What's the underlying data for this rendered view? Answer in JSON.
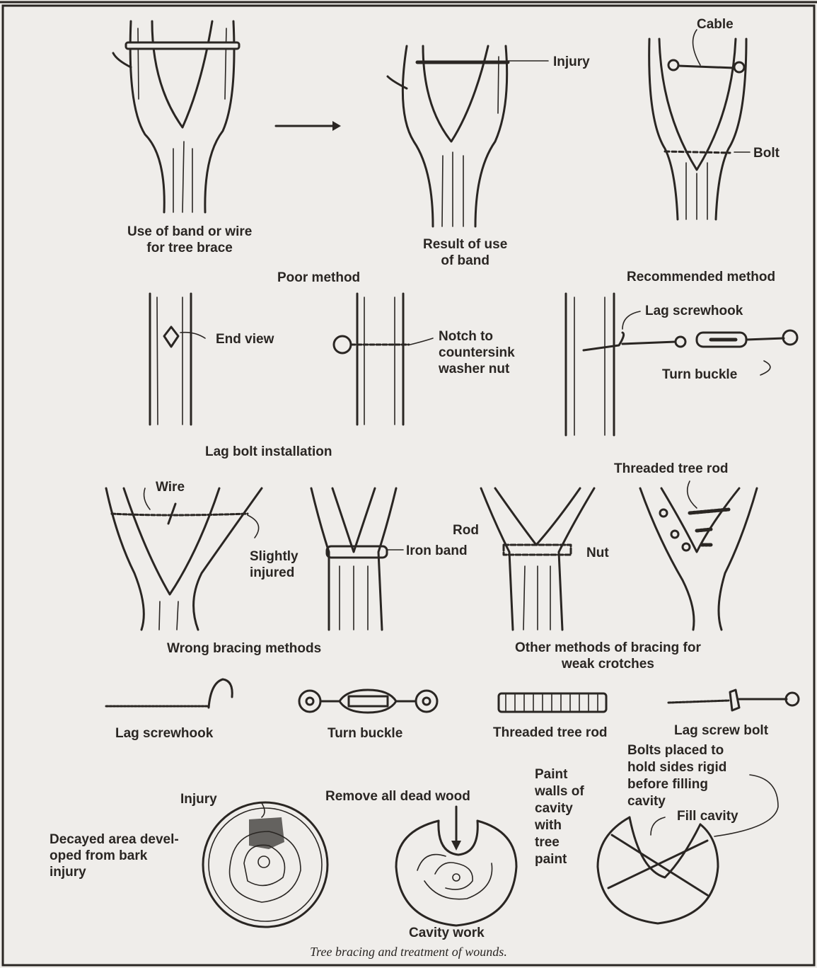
{
  "labels": {
    "band_wire": "Use of band or wire\nfor tree brace",
    "result_band": "Result of use\nof band",
    "injury_top": "Injury",
    "cable": "Cable",
    "bolt": "Bolt",
    "poor_method": "Poor method",
    "recommended_method": "Recommended method",
    "end_view": "End view",
    "notch": "Notch to\ncountersink\nwasher nut",
    "lag_screwhook_top": "Lag screwhook",
    "turn_buckle_top": "Turn buckle",
    "lag_bolt_installation": "Lag bolt installation",
    "wire": "Wire",
    "slightly_injured": "Slightly\ninjured",
    "iron_band": "Iron band",
    "rod": "Rod",
    "nut": "Nut",
    "threaded_rod_top": "Threaded tree rod",
    "wrong_bracing": "Wrong bracing methods",
    "other_methods": "Other methods of bracing for\nweak crotches",
    "lag_screwhook": "Lag screwhook",
    "turn_buckle": "Turn buckle",
    "threaded_tree_rod": "Threaded tree rod",
    "lag_screw_bolt": "Lag screw bolt",
    "injury_bottom": "Injury",
    "decayed_area": "Decayed area devel-\noped from bark\ninjury",
    "remove_dead_wood": "Remove all dead wood",
    "cavity_work": "Cavity work",
    "paint_walls": "Paint\nwalls of\ncavity\nwith\ntree\npaint",
    "bolts_placed": "Bolts placed to\nhold sides rigid\nbefore filling\ncavity",
    "fill_cavity": "Fill cavity",
    "caption": "Tree bracing and treatment of wounds."
  }
}
